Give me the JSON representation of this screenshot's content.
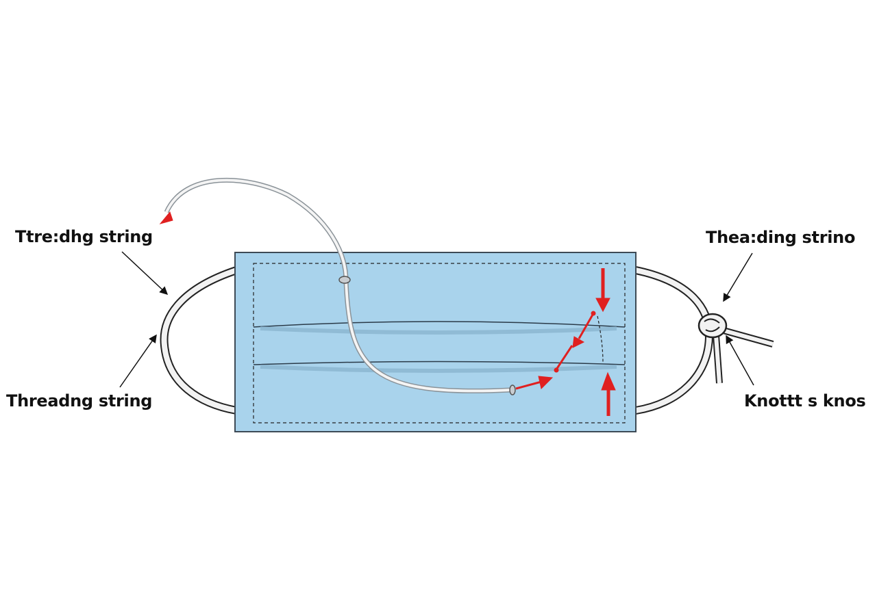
{
  "labels": {
    "top_left": "Ttre:dhg string",
    "bottom_left": "Threadng string",
    "top_right": "Thea:ding strino",
    "bottom_right": "Knottt s knos"
  },
  "colors": {
    "mask_fill": "#a9d3ec",
    "mask_stroke": "#3d4a55",
    "arrow_red": "#e02020",
    "string": "#f2f2f2"
  }
}
